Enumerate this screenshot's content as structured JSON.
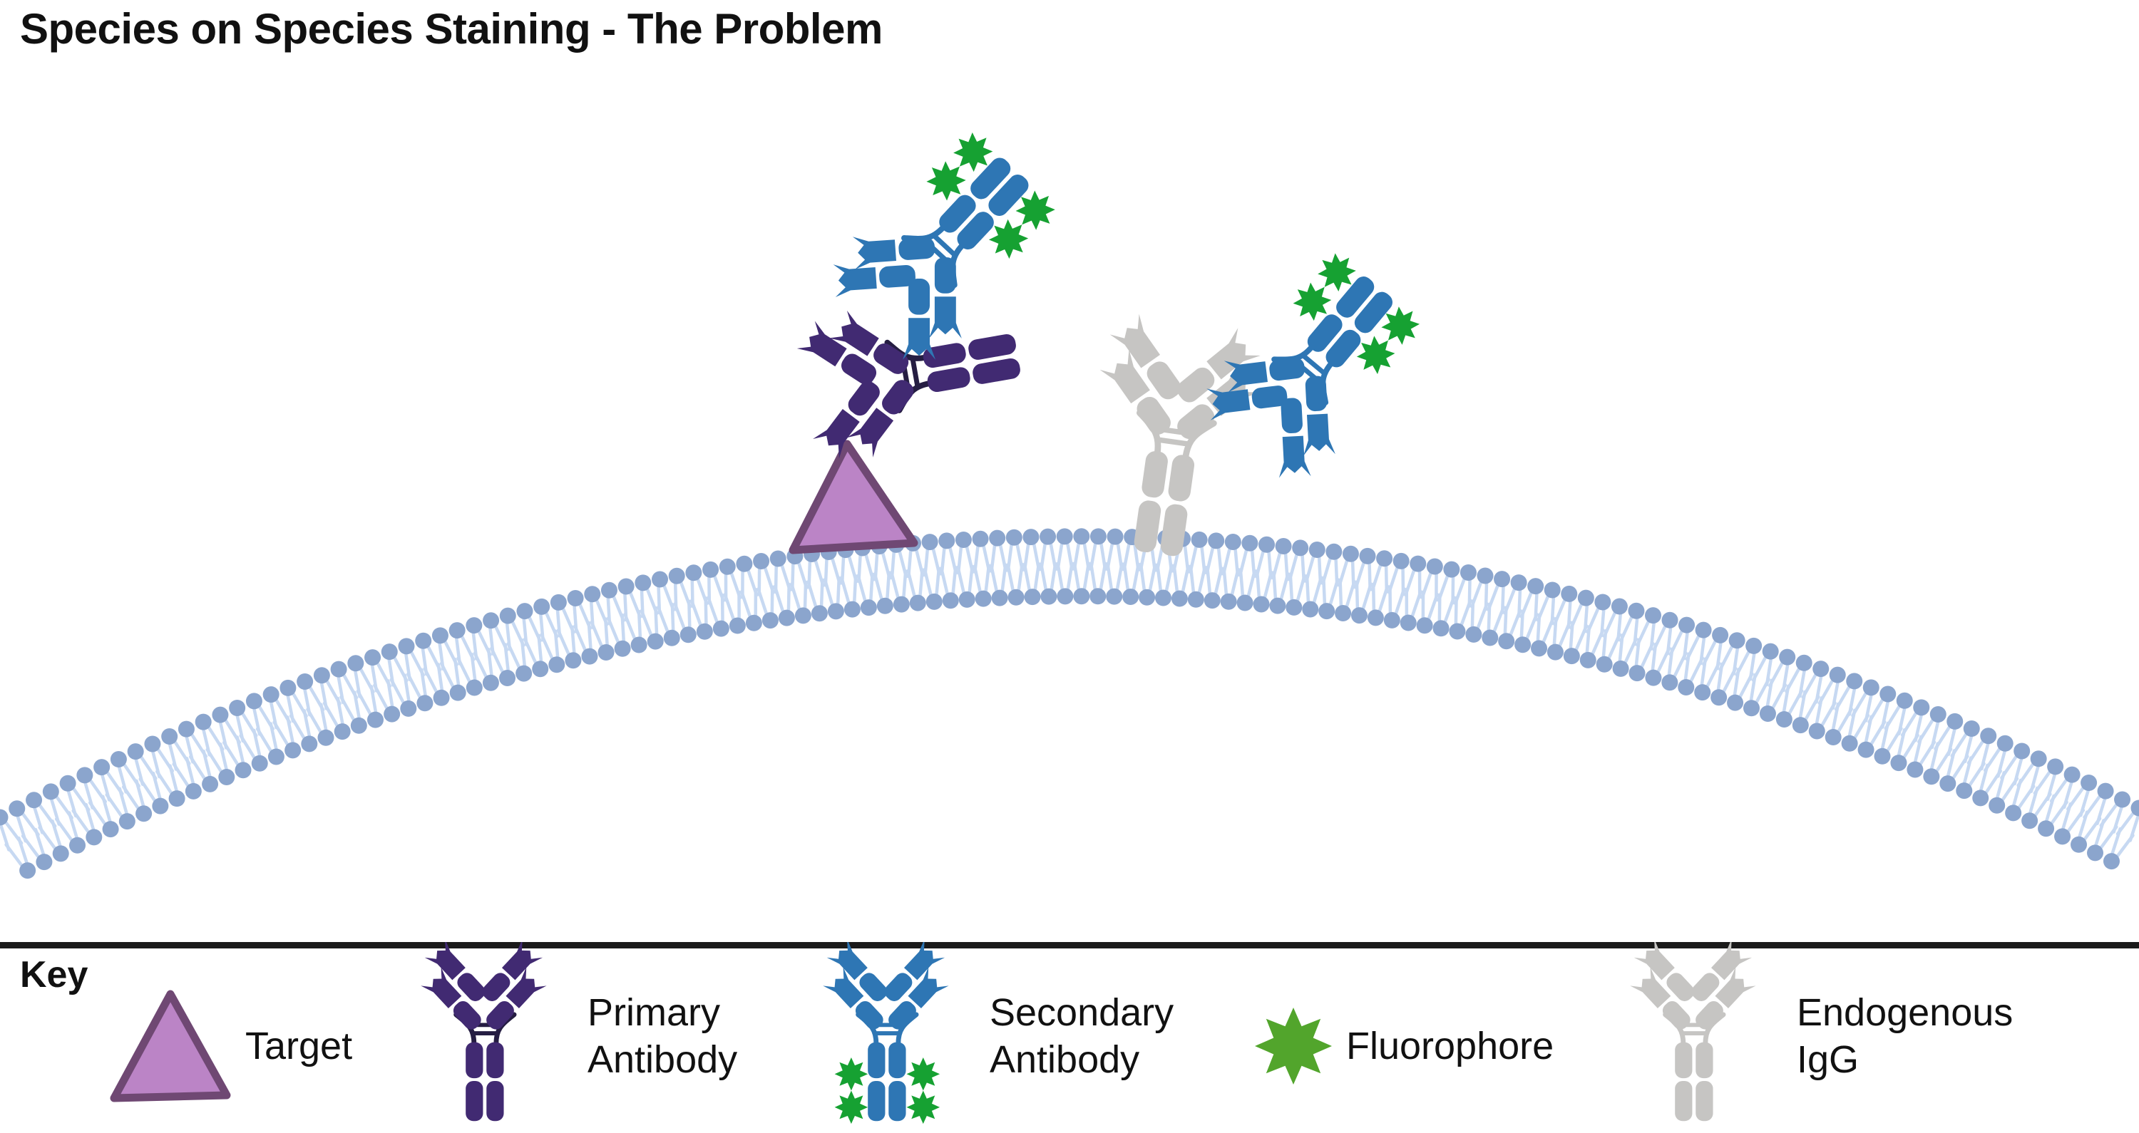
{
  "title": "Species on Species Staining - The Problem",
  "key": {
    "heading": "Key",
    "items": [
      {
        "label": "Target",
        "icon": "target-triangle-icon"
      },
      {
        "label": "Primary Antibody",
        "icon": "primary-antibody-icon"
      },
      {
        "label": "Secondary Antibody",
        "icon": "secondary-antibody-icon"
      },
      {
        "label": "Fluorophore",
        "icon": "fluorophore-star-icon"
      },
      {
        "label": "Endogenous IgG",
        "icon": "endogenous-igg-icon"
      }
    ]
  },
  "colors": {
    "text": "#111111",
    "divider": "#1a1a1a",
    "membrane_heads": "#8ba5cd",
    "membrane_tails": "#c7d9f2",
    "target_fill": "#bb84c6",
    "target_stroke": "#6f4873",
    "primary_body": "#412a72",
    "primary_hinge": "#251d42",
    "secondary_body": "#2e76b4",
    "fluorophore_green": "#16a132",
    "fluorophore_key_green": "#52a52c",
    "endogenous_gray": "#c6c5c3"
  }
}
